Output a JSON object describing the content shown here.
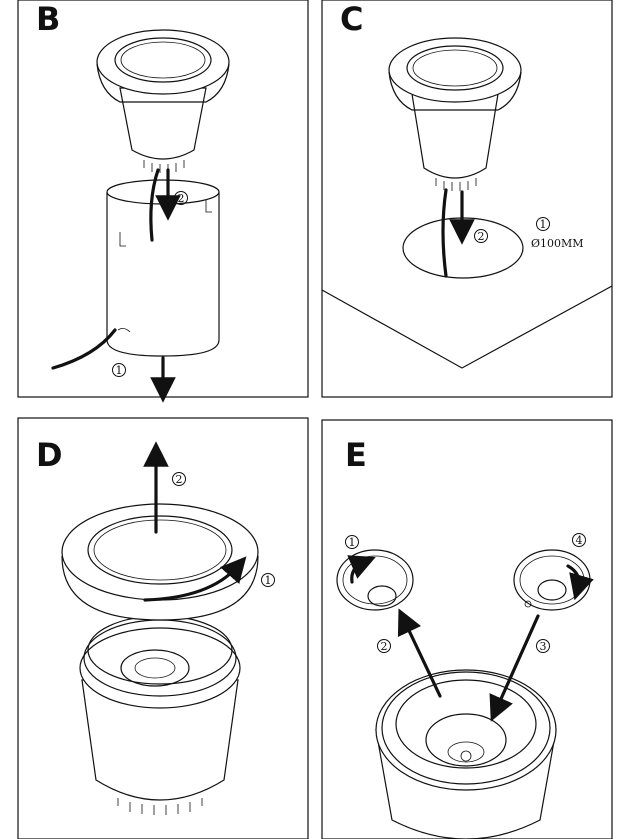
{
  "panels": [
    {
      "letter": "B",
      "steps": [
        "1",
        "2"
      ]
    },
    {
      "letter": "C",
      "steps": [
        "1",
        "2"
      ],
      "dimension": "Ø100MM"
    },
    {
      "letter": "D",
      "steps": [
        "1",
        "2"
      ]
    },
    {
      "letter": "E",
      "steps": [
        "1",
        "2",
        "3",
        "4"
      ]
    }
  ],
  "colors": {
    "line": "#111111",
    "background": "#ffffff"
  }
}
